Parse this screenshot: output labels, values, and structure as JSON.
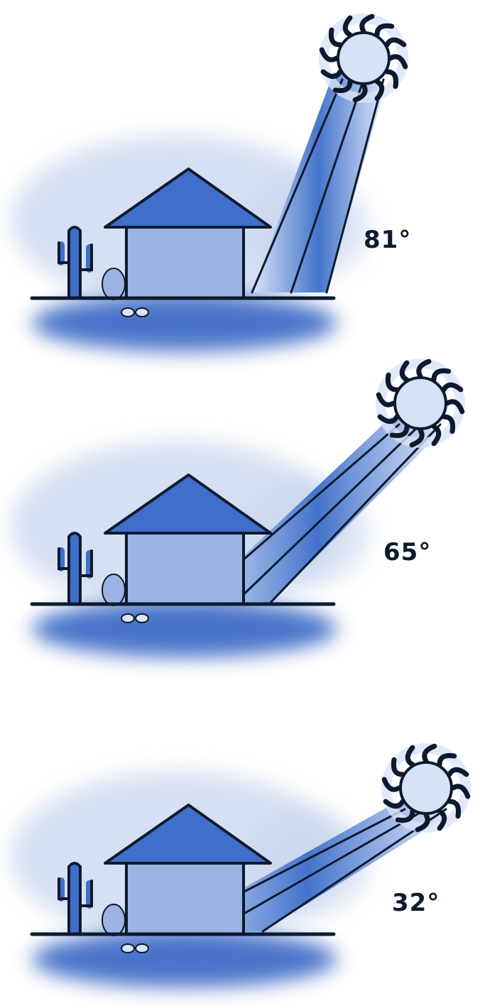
{
  "panels": [
    {
      "angle": 81,
      "label": "81°"
    },
    {
      "angle": 65,
      "label": "65°"
    },
    {
      "angle": 32,
      "label": "32°"
    }
  ],
  "colors": {
    "sky": "#c9d6ee",
    "ground_shadow": "#2a5cc0",
    "house_wall": "#9bb4e4",
    "roof": "#3f6fcb",
    "cactus": "#3f6fcb",
    "beam_dark": "#3d6ec9",
    "beam_light": "#d9e4f7",
    "sun": "#d6e2f5",
    "outline": "#0d1a2e"
  }
}
